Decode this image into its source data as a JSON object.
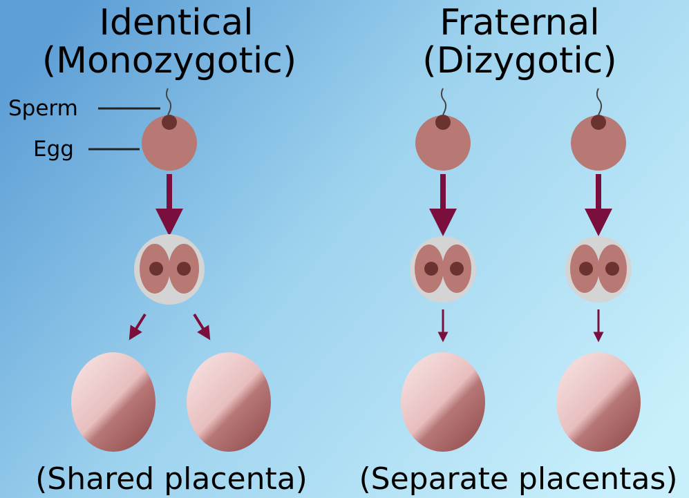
{
  "identical": {
    "title_line1": "Identical",
    "title_line2": "(Monozygotic)",
    "caption": "(Shared placenta)"
  },
  "fraternal": {
    "title_line1": "Fraternal",
    "title_line2": "(Dizygotic)",
    "caption": "(Separate placentas)"
  },
  "labels": {
    "sperm": "Sperm",
    "egg": "Egg"
  },
  "colors": {
    "background_left": "#5e9fd6",
    "background_right": "#c8effb",
    "egg_fill": "#b87874",
    "nucleus": "#6a3330",
    "zygote_shell": "#d4d4d4",
    "arrow": "#7a0f3e",
    "embryo_light": "#f2d5d6",
    "embryo_dark": "#a35e5e"
  }
}
